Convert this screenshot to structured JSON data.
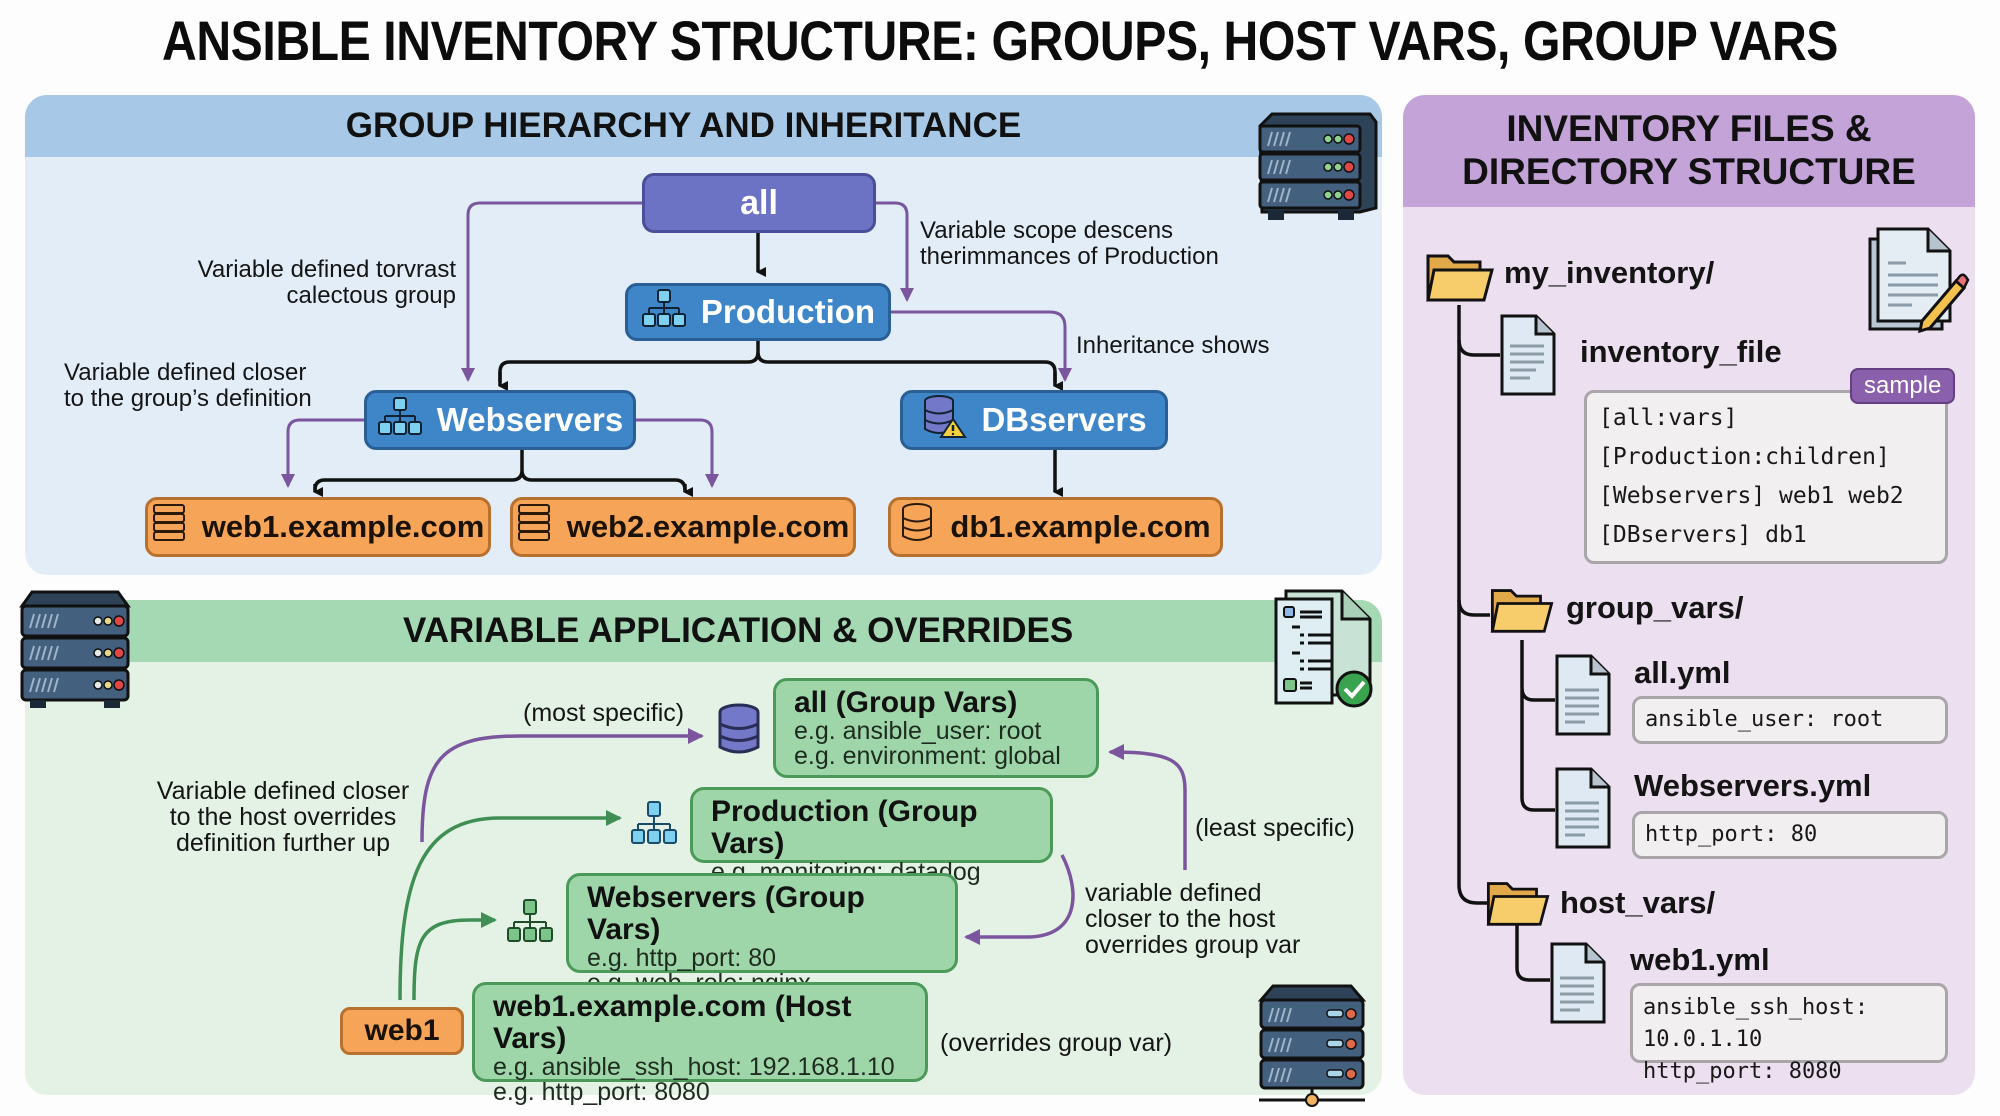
{
  "title": "ANSIBLE INVENTORY STRUCTURE: GROUPS, HOST VARS, GROUP VARS",
  "hierarchy": {
    "heading": "GROUP HIERARCHY AND INHERITANCE",
    "nodes": {
      "all": "all",
      "production": "Production",
      "webservers": "Webservers",
      "dbservers": "DBservers",
      "web1": "web1.example.com",
      "web2": "web2.example.com",
      "db1": "db1.example.com"
    },
    "annotations": {
      "left_top": [
        "Variable defined torvrast",
        "calectous group"
      ],
      "left_bottom": [
        "Variable defined closer",
        "to the group’s definition"
      ],
      "right_top": [
        "Variable scope descens",
        "therimmances of Production"
      ],
      "right_mid": "Inheritance shows"
    },
    "icons": [
      "server-rack-icon",
      "network-tree-icon",
      "database-warning-icon",
      "server-icon",
      "database-icon"
    ]
  },
  "overrides": {
    "heading": "VARIABLE APPLICATION & OVERRIDES",
    "boxes": [
      {
        "title": "all (Group Vars)",
        "lines": [
          "e.g. ansible_user: root",
          "e.g. environment: global"
        ]
      },
      {
        "title": "Production (Group Vars)",
        "lines": [
          "e.g. monitoring: datadog"
        ]
      },
      {
        "title": "Webservers (Group Vars)",
        "lines": [
          "e.g. http_port: 80",
          "e.g. web_role: nginx"
        ]
      },
      {
        "title": "web1.example.com (Host Vars)",
        "lines": [
          "e.g. ansible_ssh_host: 192.168.1.10",
          "e.g. http_port: 8080"
        ]
      }
    ],
    "host_label": "web1",
    "annotations": {
      "most_specific": "(most specific)",
      "least_specific": "(least specific)",
      "left": [
        "Variable defined closer",
        "to the host overrides",
        "definition further up"
      ],
      "right": [
        "variable defined",
        "closer to the host",
        "overrides group var"
      ],
      "overrides": "(overrides group var)"
    }
  },
  "files": {
    "heading": [
      "INVENTORY FILES &",
      "DIRECTORY STRUCTURE"
    ],
    "root": "my_inventory/",
    "inventory_file": {
      "name": "inventory_file",
      "badge": "sample",
      "lines": [
        "[all:vars]",
        "[Production:children]",
        "[Webservers] web1 web2",
        "[DBservers] db1"
      ]
    },
    "group_vars": {
      "name": "group_vars/",
      "files": [
        {
          "name": "all.yml",
          "lines": [
            "ansible_user: root"
          ]
        },
        {
          "name": "Webservers.yml",
          "lines": [
            "http_port: 80"
          ]
        }
      ]
    },
    "host_vars": {
      "name": "host_vars/",
      "files": [
        {
          "name": "web1.yml",
          "lines": [
            "ansible_ssh_host: 10.0.1.10",
            "http_port: 8080"
          ]
        }
      ]
    }
  },
  "colors": {
    "group_blue": "#3f86c8",
    "all_purple": "#6c72c4",
    "host_orange": "#f6a457",
    "vars_green": "#9fd6a9",
    "inherit_purple": "#7b559e",
    "override_green": "#3f8f55"
  }
}
